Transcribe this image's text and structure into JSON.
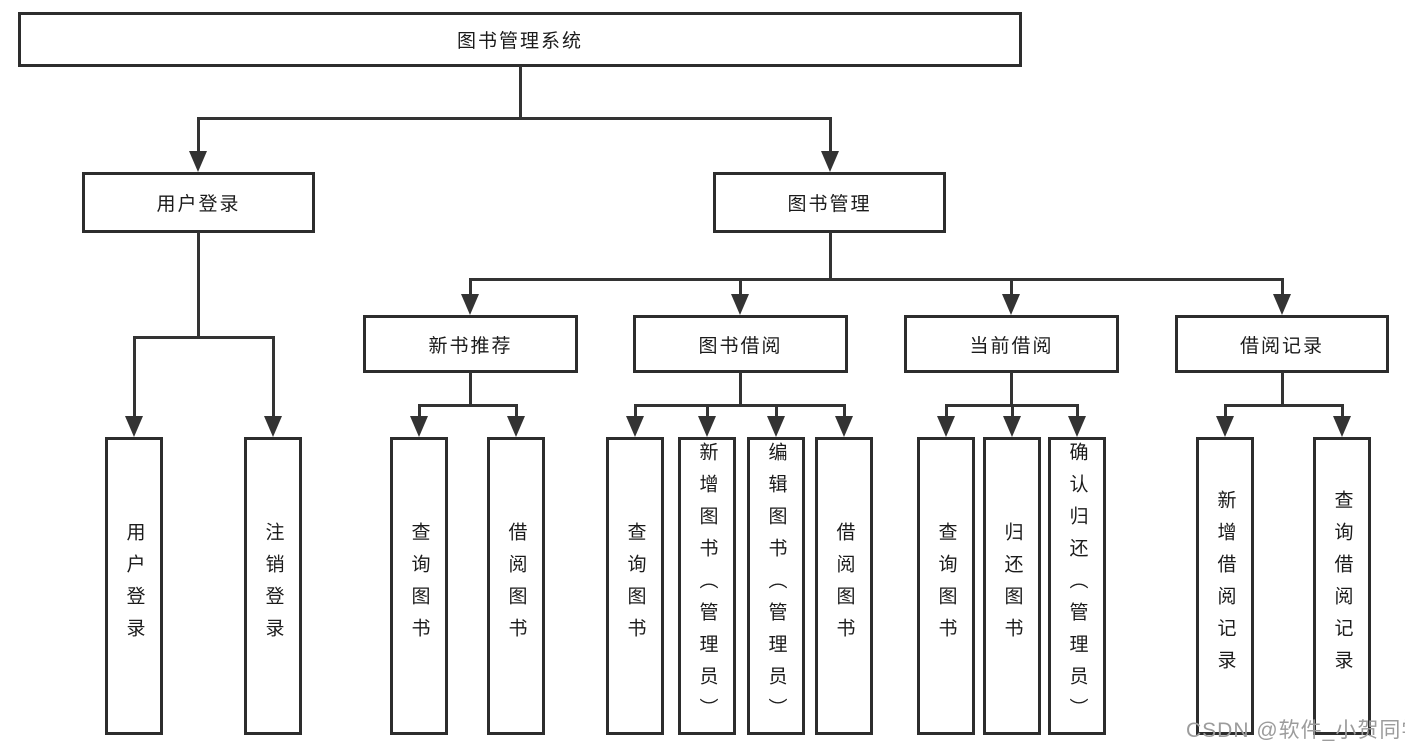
{
  "diagram": {
    "title": "图书管理系统",
    "level2": {
      "user_login": "用户登录",
      "book_management": "图书管理"
    },
    "level3": {
      "new_books": "新书推荐",
      "book_borrowing": "图书借阅",
      "current_borrowing": "当前借阅",
      "borrowing_records": "借阅记录"
    },
    "leaves": {
      "user_login": [
        "用户登录",
        "注销登录"
      ],
      "new_books": [
        "查询图书",
        "借阅图书"
      ],
      "book_borrowing": [
        "查询图书",
        "新增图书（管理员）",
        "编辑图书（管理员）",
        "借阅图书"
      ],
      "current_borrowing": [
        "查询图书",
        "归还图书",
        "确认归还（管理员）"
      ],
      "borrowing_records": [
        "新增借阅记录",
        "查询借阅记录"
      ]
    },
    "line_color": "#333333"
  },
  "watermark": "CSDN @软件_小贺同学"
}
